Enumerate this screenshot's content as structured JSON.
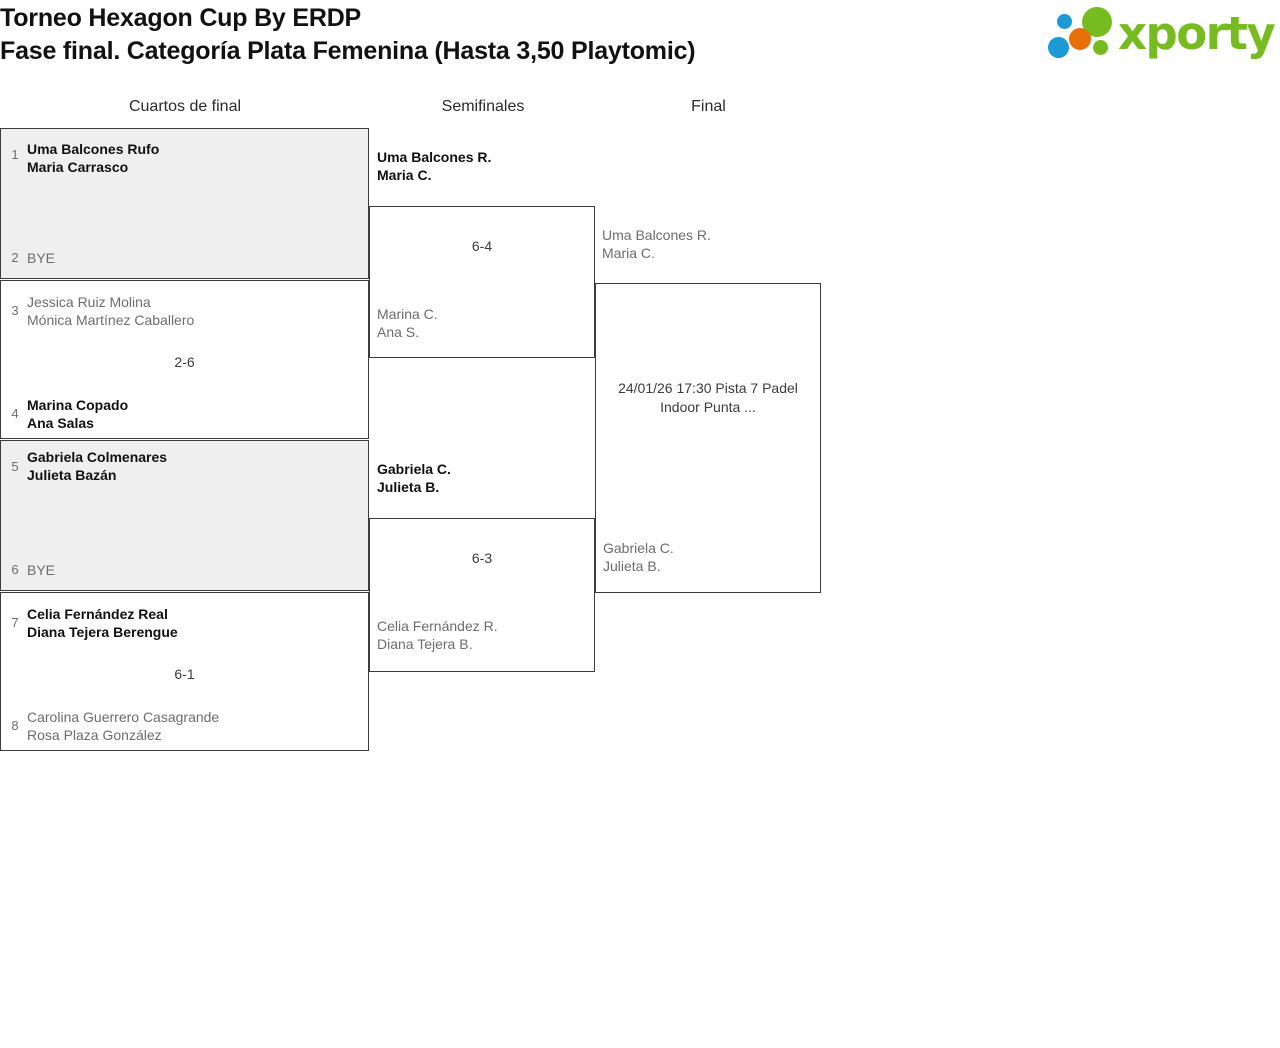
{
  "header": {
    "title_line_1": "Torneo Hexagon Cup By ERDP",
    "title_line_2": "Fase final. Categoría Plata Femenina (Hasta 3,50 Playtomic)",
    "logo": {
      "wordmark": "xporty",
      "wordmark_color": "#76bc21",
      "dot_colors": {
        "blue": "#1b9ad6",
        "orange": "#e8700a",
        "green": "#76bc21"
      }
    }
  },
  "rounds": [
    {
      "label": "Cuartos de final"
    },
    {
      "label": "Semifinales"
    },
    {
      "label": "Final"
    }
  ],
  "quarterfinals": [
    {
      "shaded": true,
      "score": "",
      "top": {
        "seed": "1",
        "players": [
          "Uma Balcones Rufo",
          "Maria Carrasco"
        ],
        "winner": true,
        "bye": false
      },
      "bottom": {
        "seed": "2",
        "players": [
          "BYE"
        ],
        "winner": false,
        "bye": true
      }
    },
    {
      "shaded": false,
      "score": "2-6",
      "top": {
        "seed": "3",
        "players": [
          "Jessica Ruiz Molina",
          "Mónica Martínez Caballero"
        ],
        "winner": false,
        "bye": false
      },
      "bottom": {
        "seed": "4",
        "players": [
          "Marina Copado",
          "Ana Salas"
        ],
        "winner": true,
        "bye": false
      }
    },
    {
      "shaded": true,
      "score": "",
      "top": {
        "seed": "5",
        "players": [
          "Gabriela Colmenares",
          "Julieta Bazán"
        ],
        "winner": true,
        "bye": false
      },
      "bottom": {
        "seed": "6",
        "players": [
          "BYE"
        ],
        "winner": false,
        "bye": true
      }
    },
    {
      "shaded": false,
      "score": "6-1",
      "top": {
        "seed": "7",
        "players": [
          "Celia Fernández Real",
          "Diana Tejera Berengue"
        ],
        "winner": true,
        "bye": false
      },
      "bottom": {
        "seed": "8",
        "players": [
          "Carolina Guerrero Casagrande",
          "Rosa Plaza González"
        ],
        "winner": false,
        "bye": false
      }
    }
  ],
  "semifinals": [
    {
      "score": "6-4",
      "info": "",
      "top": {
        "players": [
          "Uma Balcones R.",
          "Maria C."
        ],
        "winner": true
      },
      "bottom": {
        "players": [
          "Marina C.",
          "Ana S."
        ],
        "winner": false
      }
    },
    {
      "score": "6-3",
      "info": "",
      "top": {
        "players": [
          "Gabriela C.",
          "Julieta B."
        ],
        "winner": true
      },
      "bottom": {
        "players": [
          "Celia Fernández R.",
          "Diana Tejera B."
        ],
        "winner": false
      }
    }
  ],
  "final": {
    "score": "",
    "info": "24/01/26 17:30 Pista 7 Padel Indoor Punta ...",
    "top": {
      "players": [
        "Uma Balcones R.",
        "Maria C."
      ],
      "winner": false
    },
    "bottom": {
      "players": [
        "Gabriela C.",
        "Julieta B."
      ],
      "winner": false
    }
  }
}
